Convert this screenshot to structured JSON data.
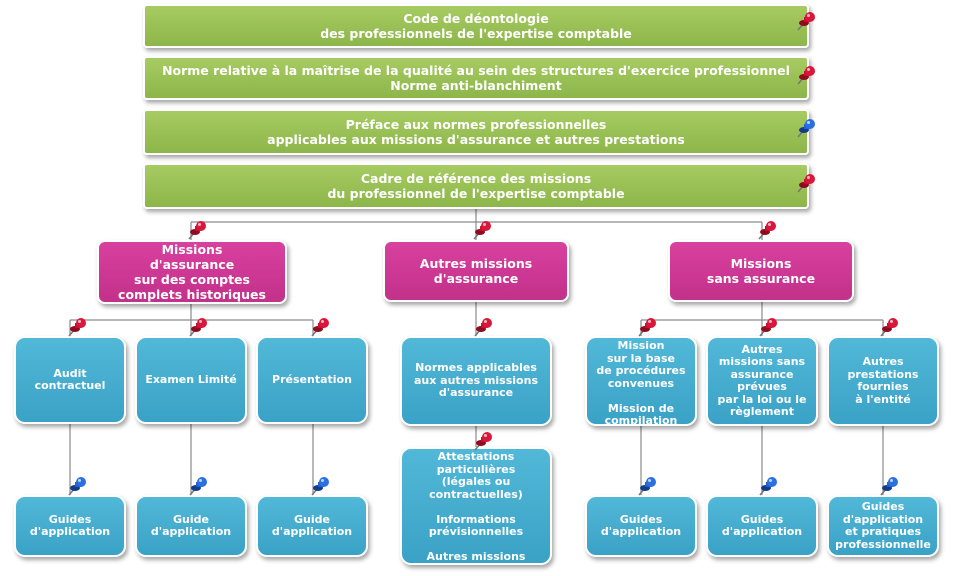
{
  "colors": {
    "green": "#96be52",
    "magenta": "#cc3594",
    "teal": "#45aed1",
    "pin_red": "#c8102e",
    "pin_blue": "#1f5fcf",
    "line": "#8a8a8a"
  },
  "top": {
    "code": "Code de déontologie\ndes professionnels de l'expertise comptable",
    "norme": "Norme relative à la maîtrise de la qualité au sein des structures d'exercice professionnel\nNorme anti-blanchiment",
    "preface": "Préface aux normes professionnelles\napplicables aux missions d'assurance et autres prestations",
    "cadre": "Cadre de référence des missions\ndu professionnel de l'expertise comptable"
  },
  "categories": {
    "assurance_comptes": "Missions\nd'assurance\nsur des comptes\ncomplets historiques",
    "autres_assurance": "Autres missions\nd'assurance",
    "sans_assurance": "Missions\nsans assurance"
  },
  "missions": {
    "audit": "Audit\ncontractuel",
    "examen": "Examen Limité",
    "presentation": "Présentation",
    "normes_autres": "Normes applicables\naux autres missions\nd'assurance",
    "procedures": "Mission\nsur la base\nde procédures\nconvenues\n\nMission de\ncompilation",
    "autres_sans": "Autres\nmissions sans\nassurance\nprévues\npar la loi ou le\nrèglement",
    "prestations": "Autres\nprestations\nfournies\nà l'entité"
  },
  "guides": {
    "audit": "Guides\nd'application",
    "examen": "Guide\nd'application",
    "presentation": "Guide\nd'application",
    "attestations": "Attestations\nparticulières\n(légales ou\ncontractuelles)\n\nInformations\nprévisionnelles\n\nAutres missions",
    "procedures": "Guides\nd'application",
    "autres_sans": "Guides\nd'application",
    "prestations": "Guides\nd'application\net pratiques\nprofessionnelle"
  }
}
